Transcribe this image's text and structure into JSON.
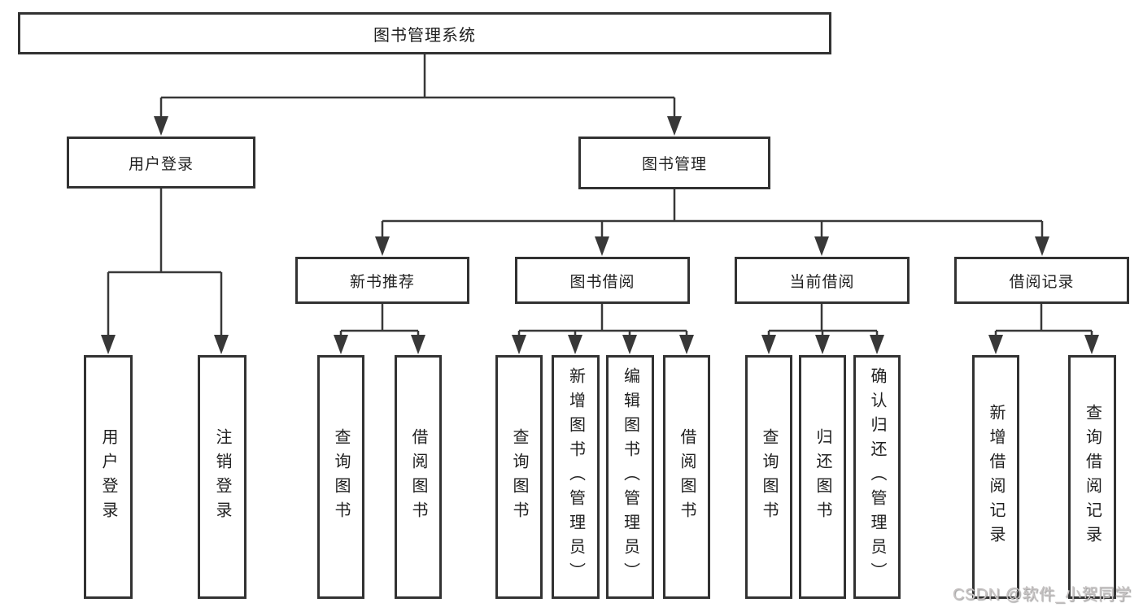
{
  "diagram": {
    "root": {
      "label": "图书管理系统"
    },
    "level1": {
      "user_login": {
        "label": "用户登录"
      },
      "book_mgmt": {
        "label": "图书管理"
      }
    },
    "level2": {
      "new_books": {
        "label": "新书推荐"
      },
      "book_borrow": {
        "label": "图书借阅"
      },
      "current_borrow": {
        "label": "当前借阅"
      },
      "borrow_records": {
        "label": "借阅记录"
      }
    },
    "leaves": {
      "user_login": [
        "用户登录",
        "注销登录"
      ],
      "new_books": [
        "查询图书",
        "借阅图书"
      ],
      "book_borrow": [
        "查询图书",
        "新增图书（管理员）",
        "编辑图书（管理员）",
        "借阅图书"
      ],
      "current_borrow": [
        "查询图书",
        "归还图书",
        "确认归还（管理员）"
      ],
      "borrow_records": [
        "新增借阅记录",
        "查询借阅记录"
      ]
    }
  },
  "watermark": {
    "text": "CSDN @软件_小贺同学"
  },
  "colors": {
    "line": "#383838",
    "border": "#323232",
    "text": "#1f1f1f",
    "background": "#ffffff",
    "watermark": "#c6c2c2"
  }
}
